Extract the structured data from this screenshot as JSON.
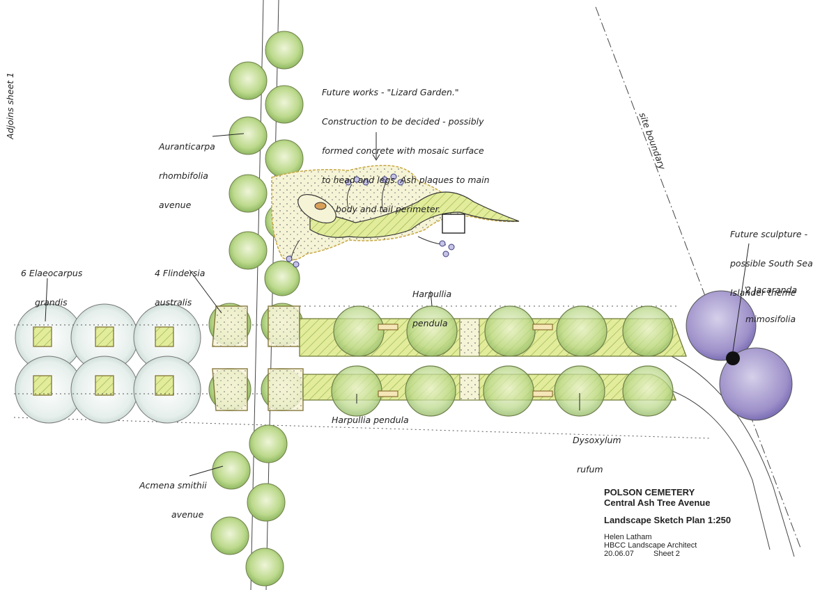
{
  "labels": {
    "adjoins": "Adjoins sheet 1",
    "lizard_note": [
      "Future works - \"Lizard Garden.\"",
      "Construction to be decided - possibly",
      "formed concrete with mosaic surface",
      "to head and legs. Ash plaques to main",
      "body and tail perimeter."
    ],
    "aurant": [
      "Auranticarpa",
      "rhombifolia",
      "avenue"
    ],
    "site_boundary": "site boundary",
    "sculpture": [
      "Future sculpture -",
      "possible South Sea",
      "Islander theme"
    ],
    "jacaranda": [
      "2 Jacaranda",
      "mimosifolia"
    ],
    "elaeo": [
      "6 Elaeocarpus",
      "grandis"
    ],
    "flindersia": [
      "4 Flindersia",
      "australis"
    ],
    "harpullia_top": [
      "Harpullia",
      "pendula"
    ],
    "harpullia_bottom": "Harpullia pendula",
    "dysoxylum": [
      "Dysoxylum",
      "rufum"
    ],
    "acmena": [
      "Acmena smithii",
      "avenue"
    ]
  },
  "title_block": {
    "line1": "POLSON CEMETERY",
    "line2": "Central Ash Tree Avenue",
    "line3": "Landscape Sketch Plan 1:250",
    "author": "Helen Latham",
    "role": "HBCC Landscape Architect",
    "date": "20.06.07",
    "sheet": "Sheet 2"
  },
  "colors": {
    "tree_green": "#b9d88a",
    "tree_edge": "#6f7f4a",
    "paving": "#e2ec9a",
    "hatch": "#9dbb52",
    "jacaranda": "#9b8fc9",
    "elaeo": "#dfe9e6"
  }
}
